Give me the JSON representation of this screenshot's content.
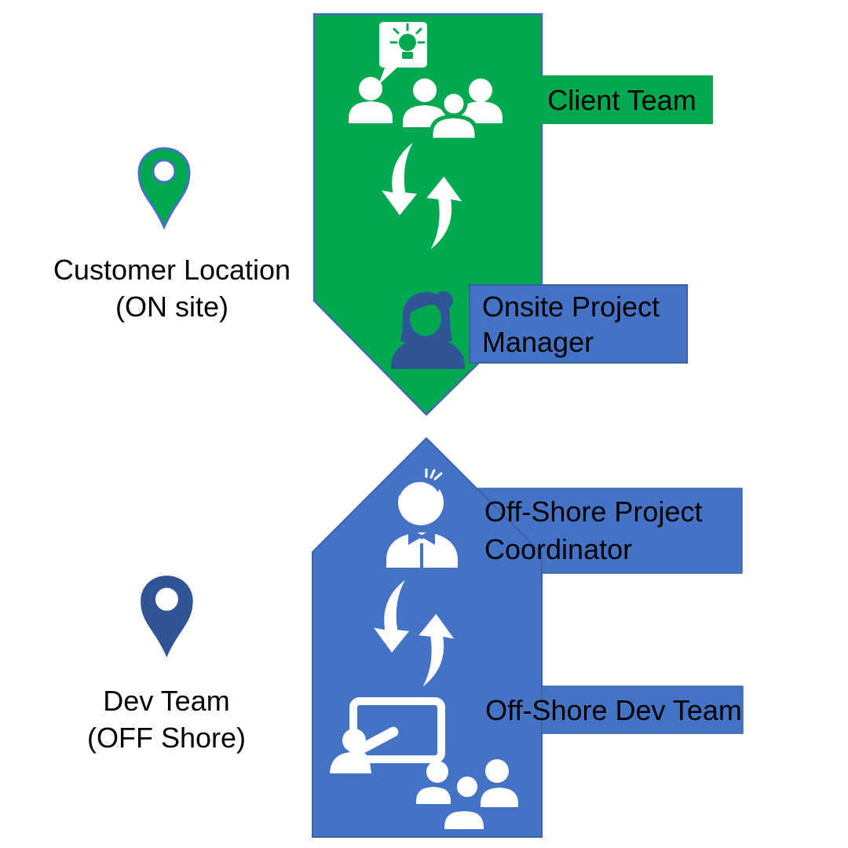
{
  "diagram": {
    "onsite_group": {
      "location_caption_line1": "Customer Location",
      "location_caption_line2": "(ON site)",
      "client_team_label": "Client Team",
      "onsite_pm_label_line1": "Onsite Project",
      "onsite_pm_label_line2": "Manager"
    },
    "offshore_group": {
      "location_caption_line1": "Dev Team",
      "location_caption_line2": "(OFF Shore)",
      "coordinator_label_line1": "Off-Shore Project",
      "coordinator_label_line2": "Coordinator",
      "dev_team_label": "Off-Shore Dev Team"
    },
    "icons": {
      "onsite_pin": "map-pin-green",
      "offshore_pin": "map-pin-blue",
      "client_team": "team-with-idea-bubble",
      "exchange": "two-way-curved-arrows",
      "onsite_pm": "woman-silhouette",
      "coordinator": "man-with-bowtie",
      "dev_team": "presenter-whiteboard-with-team"
    },
    "colors": {
      "onsite_green": "#00A850",
      "offshore_blue": "#4472C4",
      "dark_blue": "#2F5597",
      "outline_blue": "#4468B4",
      "text": "#000000",
      "background": "#FFFFFF"
    }
  }
}
